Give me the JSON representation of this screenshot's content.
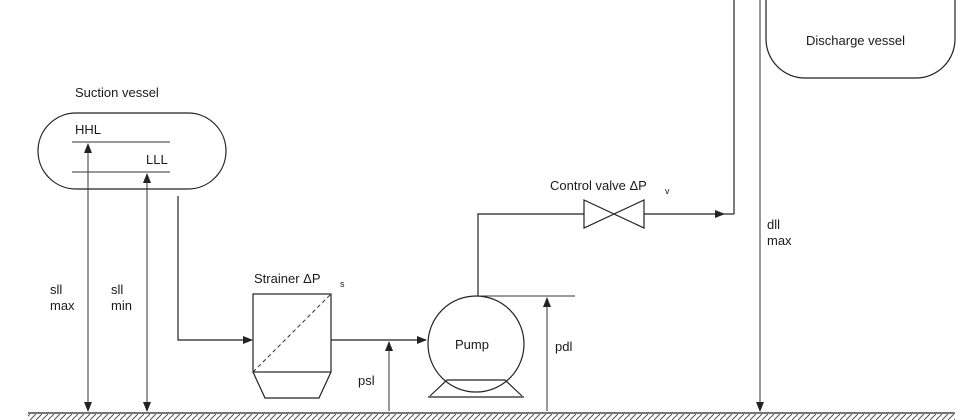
{
  "labels": {
    "suction_vessel": "Suction vessel",
    "hhl": "HHL",
    "lll": "LLL",
    "discharge_vessel": "Discharge vessel",
    "control_valve": "Control valve ΔP",
    "control_valve_sub": "v",
    "strainer": "Strainer ΔP",
    "strainer_sub": "s",
    "pump": "Pump",
    "sll_max_1": "sll",
    "sll_max_2": "max",
    "sll_min_1": "sll",
    "sll_min_2": "min",
    "psl": "psl",
    "pdl": "pdl",
    "dll_max_1": "dll",
    "dll_max_2": "max"
  },
  "colors": {
    "line": "#222222",
    "ground_hatch": "#555555"
  }
}
